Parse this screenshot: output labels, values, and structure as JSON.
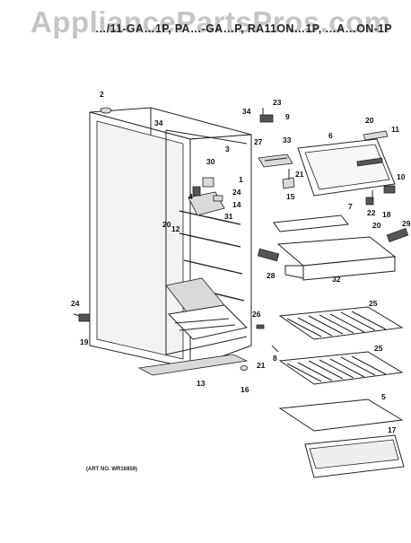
{
  "watermark": "AppliancePartsPros.com",
  "title": "…/11-GA…1P, PA…-GA…P, RA11ON…1P, …A…ON-1P",
  "art_no": "(ART NO. WR16859)",
  "colors": {
    "line": "#222222",
    "watermark": "#969696",
    "background": "#ffffff"
  },
  "callouts": [
    "2",
    "34",
    "34",
    "23",
    "9",
    "27",
    "3",
    "33",
    "6",
    "20",
    "11",
    "21",
    "30",
    "1",
    "15",
    "24",
    "4",
    "14",
    "31",
    "20",
    "12",
    "10",
    "22",
    "18",
    "7",
    "20",
    "29",
    "28",
    "32",
    "24",
    "19",
    "26",
    "8",
    "21",
    "25",
    "25",
    "13",
    "16",
    "5",
    "17"
  ]
}
